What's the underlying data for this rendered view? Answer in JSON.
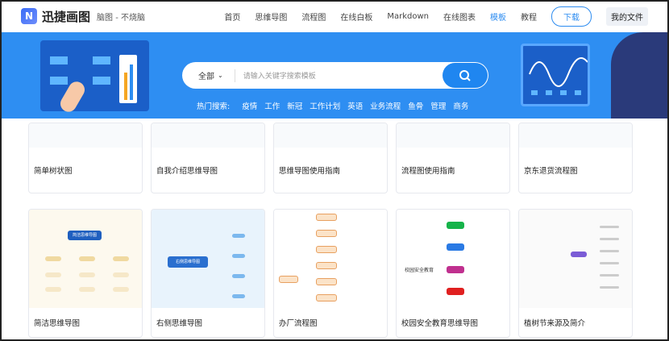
{
  "header": {
    "brand": "迅捷画图",
    "slogan": "脑图 - 不烧脑",
    "nav": [
      "首页",
      "思维导图",
      "流程图",
      "在线白板",
      "Markdown",
      "在线图表",
      "模板",
      "教程"
    ],
    "active": "模板",
    "download": "下载",
    "my_files": "我的文件"
  },
  "search": {
    "scope": "全部",
    "placeholder": "请输入关键字搜索模板",
    "hot_label": "热门搜索:",
    "hot": [
      "疫情",
      "工作",
      "新冠",
      "工作计划",
      "英语",
      "业务流程",
      "鱼骨",
      "管理",
      "商务"
    ]
  },
  "colors": {
    "accent": "#2d8cf0",
    "banner": "#2e8ef2"
  },
  "row1": [
    "简单树状图",
    "自我介绍思维导图",
    "思维导图使用指南",
    "流程图使用指南",
    "京东退货流程图"
  ],
  "row2": [
    "简洁思维导图",
    "右侧思维导图",
    "办厂流程图",
    "校园安全教育思维导图",
    "植树节来源及简介"
  ],
  "thumb_text": {
    "r2c1": "简洁思维导图",
    "r2c2": "右侧思维导图",
    "r2c4": "校园安全教育"
  }
}
